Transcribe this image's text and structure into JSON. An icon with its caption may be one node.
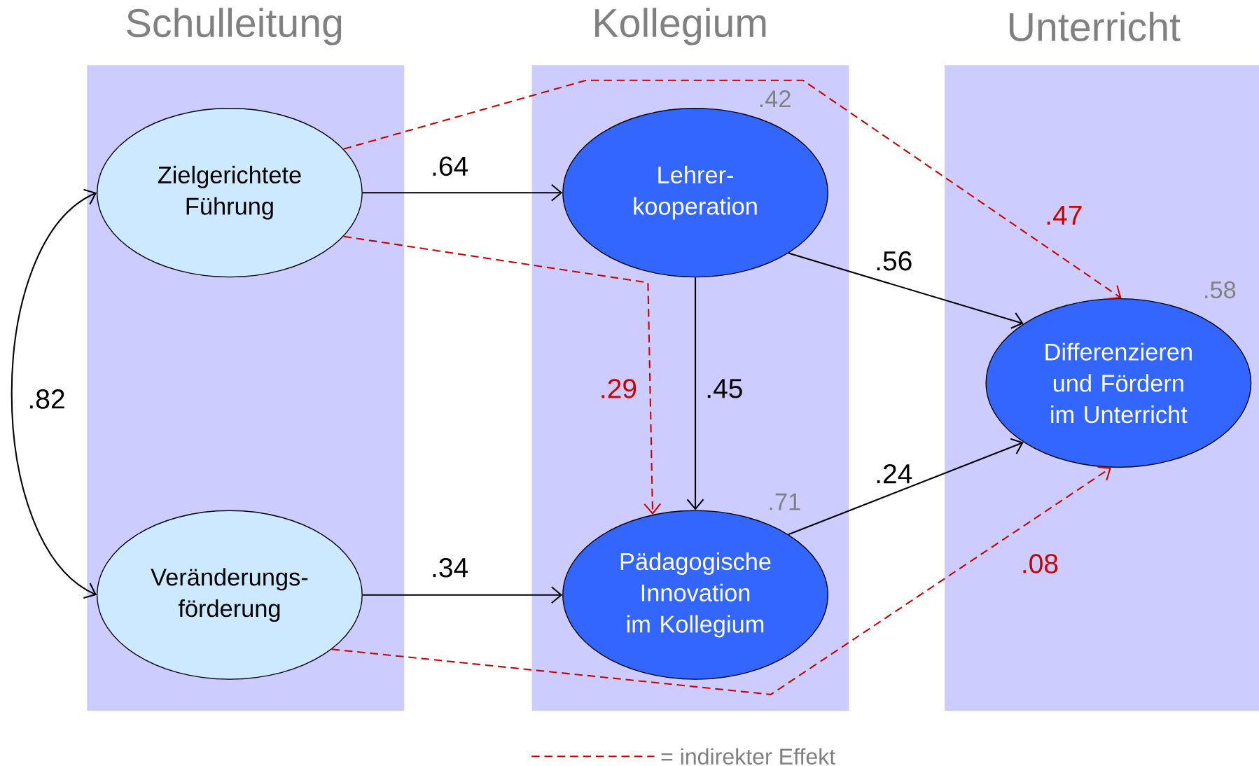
{
  "diagram": {
    "nodes": [
      {
        "text": [
          "Schulleitung"
        ]
      },
      {
        "text": [
          "Kollegium"
        ]
      },
      {
        "text": [
          "Unterricht"
        ]
      },
      {
        "text": [
          "Zielgerichtete Führung"
        ],
        "in": 0
      },
      {
        "text": [
          "Veränderungs- förderung"
        ],
        "in": 0
      },
      {
        "text": [
          "Lehrer- kooperation"
        ],
        "in": 1,
        "beside": [
          ".42"
        ]
      },
      {
        "text": [
          "Pädagogische Innovation im Kollegium"
        ],
        "in": 1,
        "beside": [
          ".71"
        ]
      },
      {
        "text": [
          "Differenzieren und Fördern im Unterricht"
        ],
        "in": 2,
        "beside": [
          ".58"
        ]
      }
    ],
    "edges": [
      {
        "from": 3,
        "to": 4,
        "arrow": "both",
        "label": ".82"
      },
      {
        "from": 3,
        "to": 5,
        "arrow": "to",
        "label": ".64"
      },
      {
        "from": 4,
        "to": 6,
        "arrow": "to",
        "label": ".34"
      },
      {
        "from": 5,
        "to": 6,
        "arrow": "to",
        "label": ".45"
      },
      {
        "from": 5,
        "to": 7,
        "arrow": "to",
        "label": ".56"
      },
      {
        "from": 6,
        "to": 7,
        "arrow": "to",
        "label": ".24"
      },
      {
        "from": 3,
        "to": 7,
        "arrow": "to",
        "label": ".47",
        "style": "dashed",
        "color": "#cc0000"
      },
      {
        "from": 3,
        "to": 6,
        "arrow": "to",
        "label": ".29",
        "style": "dashed",
        "color": "#cc0000"
      },
      {
        "from": 4,
        "to": 7,
        "arrow": "to",
        "label": ".08",
        "style": "dashed",
        "color": "#cc0000"
      }
    ],
    "legend": [
      {
        "text": "= indirekter Effekt"
      }
    ]
  }
}
